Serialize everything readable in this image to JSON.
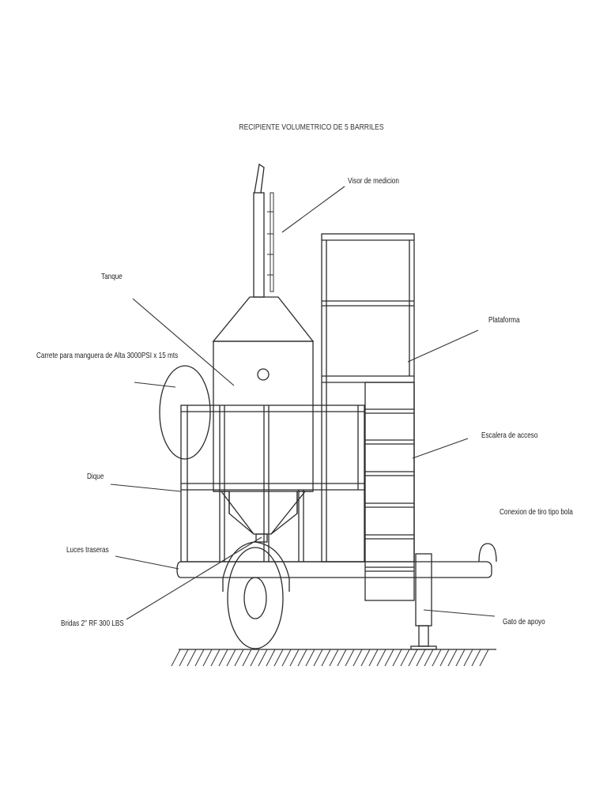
{
  "title": "RECIPIENTE VOLUMETRICO DE 5 BARRILES",
  "labels": {
    "visor": "Visor de medicion",
    "tanque": "Tanque",
    "plataforma": "Plataforma",
    "carrete": "Carrete para manguera de Alta   3000PSI x 15 mts",
    "escalera": "Escalera de acceso",
    "dique": "Dique",
    "conexion": "Conexion de tiro tipo bola",
    "luces": "Luces traseras",
    "bridas": "Bridas 2\" RF 300 LBS",
    "gato": "Gato de apoyo"
  }
}
